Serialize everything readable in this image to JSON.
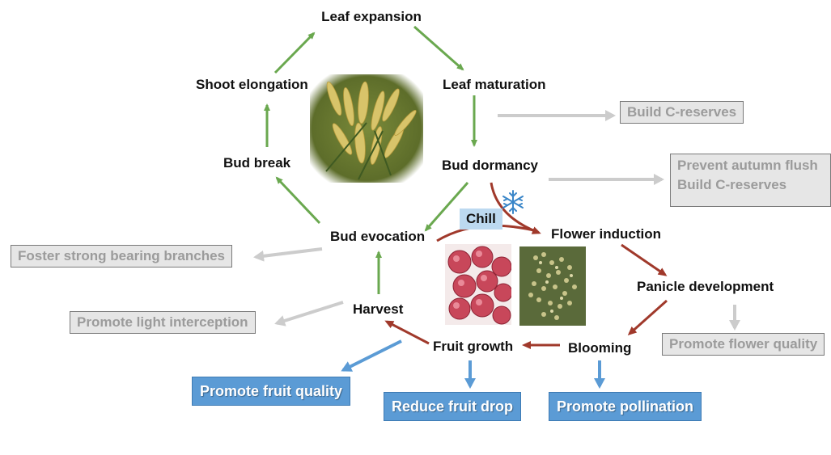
{
  "stages": {
    "leaf_expansion": "Leaf expansion",
    "leaf_maturation": "Leaf maturation",
    "shoot_elongation": "Shoot elongation",
    "bud_break": "Bud break",
    "bud_dormancy": "Bud dormancy",
    "bud_evocation": "Bud evocation",
    "flower_induction": "Flower induction",
    "panicle_development": "Panicle development",
    "harvest": "Harvest",
    "fruit_growth": "Fruit growth",
    "blooming": "Blooming"
  },
  "chill_label": "Chill",
  "management_gray": {
    "build_c_reserves": "Build C-reserves",
    "prevent_autumn_flush": "Prevent autumn flush",
    "build_c_reserves_2": "Build C-reserves",
    "foster_branches": "Foster strong bearing branches",
    "light_interception": "Promote light interception",
    "flower_quality": "Promote flower quality"
  },
  "management_blue": {
    "fruit_quality": "Promote fruit quality",
    "fruit_drop": "Reduce fruit drop",
    "pollination": "Promote pollination"
  },
  "colors": {
    "vegetative_arrow": "#6aa84f",
    "reproductive_arrow": "#a0392b",
    "gray_arrow": "#cccccc",
    "blue_arrow": "#5b9bd5"
  },
  "icons": [
    "snowflake-icon",
    "shoot-photo",
    "lychee-fruit-photo",
    "panicle-photo"
  ]
}
